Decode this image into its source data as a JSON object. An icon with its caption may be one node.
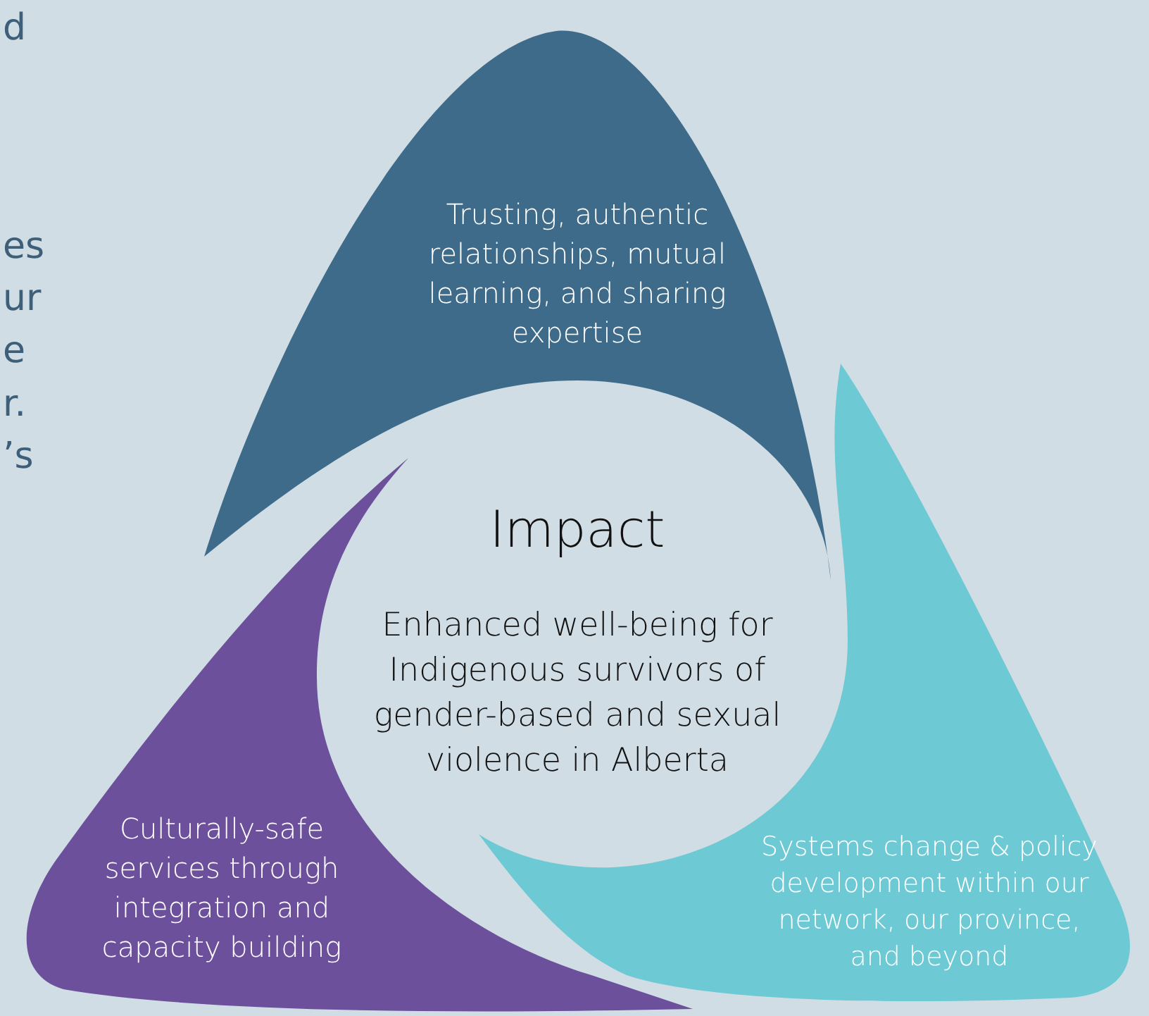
{
  "diagram": {
    "nodes": [
      {
        "text": [
          "Trusting, authentic relationships, mutual learning, and sharing expertise"
        ]
      },
      {
        "text": [
          "Culturally-safe services through integration and capacity building"
        ]
      },
      {
        "text": [
          "Systems change & policy development within our network, our province, and beyond"
        ]
      },
      {
        "text": [
          "Impact",
          "Enhanced well-being for Indigenous survivors of gender-based and sexual violence in Alberta"
        ]
      }
    ],
    "edges": [],
    "labels": [
      "d",
      "es",
      "ur",
      "e",
      "r.",
      "’s"
    ]
  }
}
